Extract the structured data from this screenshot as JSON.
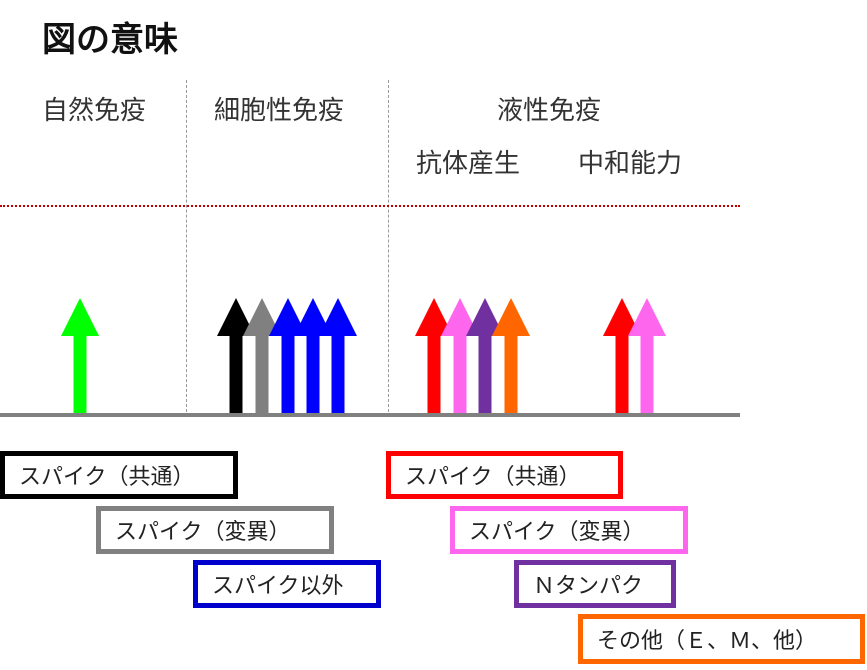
{
  "title": "図の意味",
  "categories": {
    "innate": "自然免疫",
    "cellular": "細胞性免疫",
    "humoral": "液性免疫",
    "antibody_production": "抗体産生",
    "neutralizing": "中和能力"
  },
  "arrows": [
    {
      "group": "innate",
      "color": "#00ff00"
    },
    {
      "group": "cellular",
      "color": "#000000"
    },
    {
      "group": "cellular",
      "color": "#808080"
    },
    {
      "group": "cellular",
      "color": "#0000ff"
    },
    {
      "group": "cellular",
      "color": "#0000ff"
    },
    {
      "group": "cellular",
      "color": "#0000ff"
    },
    {
      "group": "antibody",
      "color": "#ff0000"
    },
    {
      "group": "antibody",
      "color": "#ff66ee"
    },
    {
      "group": "antibody",
      "color": "#7030a0"
    },
    {
      "group": "antibody",
      "color": "#ff6600"
    },
    {
      "group": "neutralizing",
      "color": "#ff0000"
    },
    {
      "group": "neutralizing",
      "color": "#ff66ee"
    }
  ],
  "legend_left": [
    {
      "label": "スパイク（共通）",
      "color": "#000000"
    },
    {
      "label": "スパイク（変異）",
      "color": "#808080"
    },
    {
      "label": "スパイク以外",
      "color": "#0000cc"
    }
  ],
  "legend_right": [
    {
      "label": "スパイク（共通）",
      "color": "#ff0000"
    },
    {
      "label": "スパイク（変異）",
      "color": "#ff66ee"
    },
    {
      "label": "Ｎタンパク",
      "color": "#7030a0"
    },
    {
      "label": "その他（Ｅ、Ｍ、他）",
      "color": "#ff6600"
    }
  ]
}
